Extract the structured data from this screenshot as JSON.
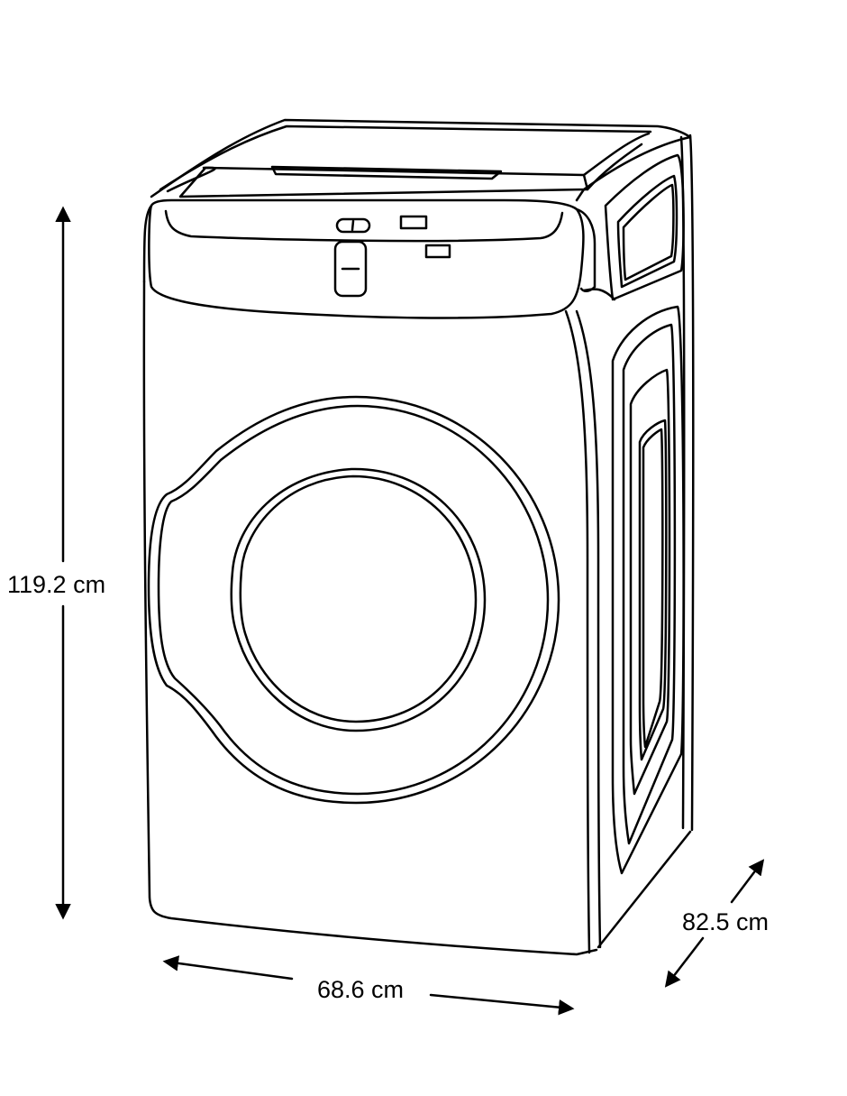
{
  "product": "washer",
  "line_color": "#000000",
  "background_color": "#ffffff",
  "dimensions": {
    "height": {
      "label": "119.2 cm",
      "value": 119.2,
      "unit": "cm"
    },
    "width": {
      "label": "68.6 cm",
      "value": 68.6,
      "unit": "cm"
    },
    "depth": {
      "label": "82.5 cm",
      "value": 82.5,
      "unit": "cm"
    }
  }
}
